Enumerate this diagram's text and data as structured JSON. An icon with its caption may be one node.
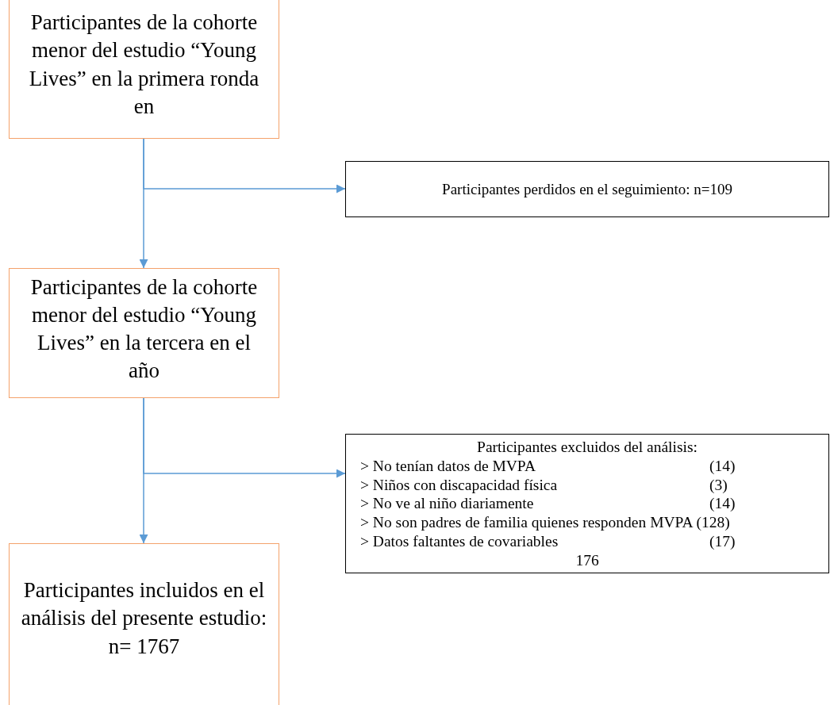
{
  "diagram": {
    "nodes": [
      {
        "text": [
          "Participantes de la cohorte menor del estudio “Young Lives” en la primera ronda en"
        ]
      },
      {
        "text": [
          "Participantes perdidos en el seguimiento: n=109"
        ]
      },
      {
        "text": [
          "Participantes de la cohorte menor del estudio “Young Lives” en la tercera en el año"
        ]
      },
      {
        "text": [
          "Participantes excluidos del análisis:",
          "> No tenían datos de MVPA",
          "(14)",
          "> Niños con discapacidad física",
          "(3)",
          "> No ve al niño diariamente",
          "(14)",
          "> No son padres de familia quienes responden MVPA (128)",
          "> Datos faltantes de covariables",
          "(17)",
          "176"
        ]
      },
      {
        "text": [
          "Participantes incluidos en el análisis del presente estudio: n=  1767"
        ]
      }
    ],
    "edges": [
      {
        "from": 0,
        "to": 2,
        "arrow": "to"
      },
      {
        "from": 0,
        "to": 1,
        "arrow": "to"
      },
      {
        "from": 2,
        "to": 4,
        "arrow": "to"
      },
      {
        "from": 2,
        "to": 3,
        "arrow": "to"
      }
    ]
  }
}
